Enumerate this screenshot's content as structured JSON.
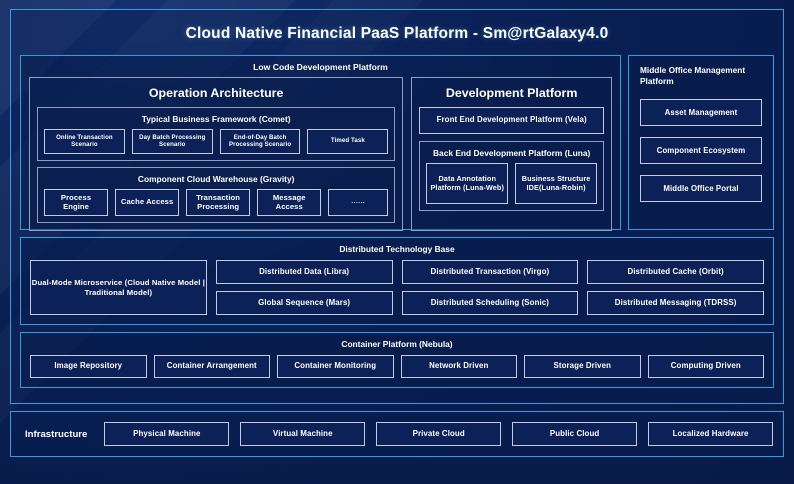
{
  "title": "Cloud Native Financial PaaS Platform - Sm@rtGalaxy4.0",
  "colors": {
    "page_background": "#0a1f52",
    "frame_border": "#2e9fe0",
    "panel_border": "#2a63b8",
    "node_border": "#c3ccdf",
    "node_fill": "#0b2158",
    "text": "#ffffff"
  },
  "low_code": {
    "title": "Low Code Development Platform",
    "operation_architecture": {
      "title": "Operation Architecture",
      "groups": [
        {
          "title": "Typical Business Framework (Comet)",
          "items": [
            "Online Transaction Scenario",
            "Day Batch Processing Scenario",
            "End-of-Day Batch Processing Scenario",
            "Timed Task"
          ]
        },
        {
          "title": "Component Cloud Warehouse (Gravity)",
          "items": [
            "Process Engine",
            "Cache Access",
            "Transaction Processing",
            "Message Access",
            "......"
          ]
        }
      ]
    },
    "development_platform": {
      "title": "Development Platform",
      "front_end": "Front End Development Platform (Vela)",
      "back_end": {
        "title": "Back End Development Platform (Luna)",
        "items": [
          "Data Annotation Platform (Luna-Web)",
          "Business Structure IDE(Luna-Robin)"
        ]
      }
    }
  },
  "middle_office": {
    "title": "Middle Office Management Platform",
    "items": [
      "Asset Management",
      "Component Ecosystem",
      "Middle Office Portal"
    ]
  },
  "distributed_technology_base": {
    "title": "Distributed Technology Base",
    "columns": [
      {
        "items": [
          "Dual-Mode Microservice (Cloud Native Model | Traditional Model)"
        ]
      },
      {
        "items": [
          "Distributed Data (Libra)",
          "Global Sequence (Mars)"
        ]
      },
      {
        "items": [
          "Distributed Transaction (Virgo)",
          "Distributed Scheduling (Sonic)"
        ]
      },
      {
        "items": [
          "Distributed Cache (Orbit)",
          "Distributed Messaging (TDRSS)"
        ]
      }
    ]
  },
  "container_platform": {
    "title": "Container Platform (Nebula)",
    "items": [
      "Image Repository",
      "Container Arrangement",
      "Container Monitoring",
      "Network Driven",
      "Storage Driven",
      "Computing Driven"
    ]
  },
  "infrastructure": {
    "label": "Infrastructure",
    "items": [
      "Physical Machine",
      "Virtual Machine",
      "Private Cloud",
      "Public Cloud",
      "Localized Hardware"
    ]
  }
}
